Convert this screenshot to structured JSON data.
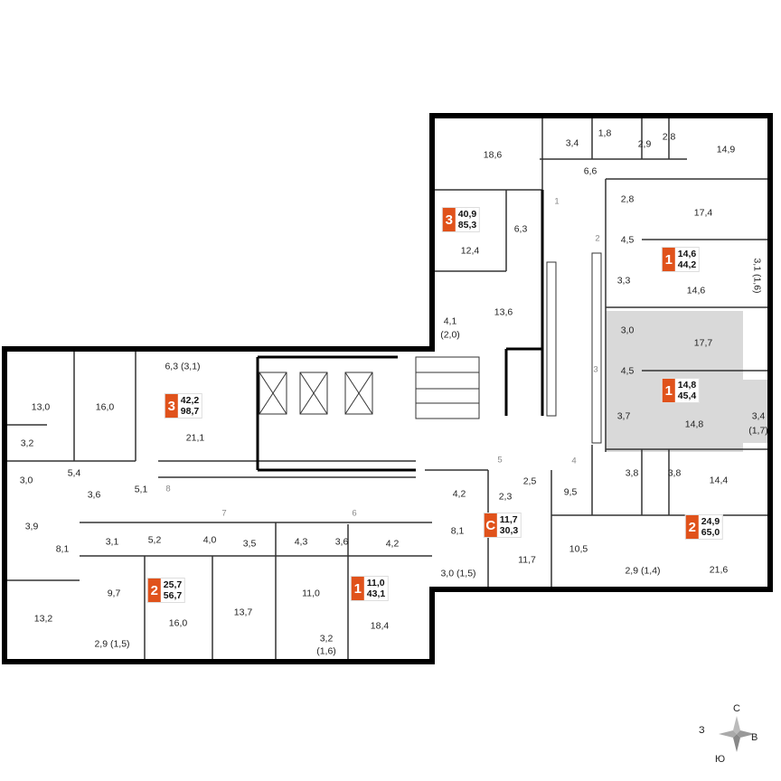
{
  "colors": {
    "badge": "#e0521b",
    "highlight": "#d9d9d9",
    "wall": "#000000"
  },
  "rooms": [
    "18,6",
    "3,4",
    "1,8",
    "2,9",
    "2,8",
    "14,9",
    "6,6",
    "6,3",
    "12,4",
    "13,6",
    "4,1",
    "(2,0)",
    "2,8",
    "17,4",
    "4,5",
    "3,3",
    "14,6",
    "3,1 (1,6)",
    "3,0",
    "17,7",
    "4,5",
    "3,7",
    "14,8",
    "3,4",
    "(1,7)",
    "13,0",
    "16,0",
    "6,3 (3,1)",
    "21,1",
    "3,2",
    "3,0",
    "5,4",
    "3,6",
    "5,1",
    "3,9",
    "8,1",
    "13,2",
    "3,1",
    "5,2",
    "9,7",
    "16,0",
    "2,9 (1,5)",
    "4,0",
    "3,5",
    "13,7",
    "4,3",
    "3,6",
    "4,2",
    "11,0",
    "3,2",
    "(1,6)",
    "18,4",
    "4,2",
    "2,5",
    "2,3",
    "8,1",
    "11,7",
    "3,0 (1,5)",
    "9,5",
    "3,8",
    "3,8",
    "14,4",
    "10,5",
    "21,6",
    "2,9 (1,4)"
  ],
  "sections": [
    "1",
    "2",
    "3",
    "4",
    "5",
    "6",
    "7",
    "8"
  ],
  "apartments": [
    {
      "rooms": "3",
      "living": "40,9",
      "total": "85,3"
    },
    {
      "rooms": "1",
      "living": "14,6",
      "total": "44,2"
    },
    {
      "rooms": "1",
      "living": "14,8",
      "total": "45,4",
      "highlighted": true
    },
    {
      "rooms": "3",
      "living": "42,2",
      "total": "98,7"
    },
    {
      "rooms": "2",
      "living": "25,7",
      "total": "56,7"
    },
    {
      "rooms": "1",
      "living": "11,0",
      "total": "43,1"
    },
    {
      "rooms": "С",
      "living": "11,7",
      "total": "30,3"
    },
    {
      "rooms": "2",
      "living": "24,9",
      "total": "65,0"
    }
  ],
  "compass": {
    "north": "С",
    "west": "З",
    "east": "В",
    "south": "Ю"
  }
}
